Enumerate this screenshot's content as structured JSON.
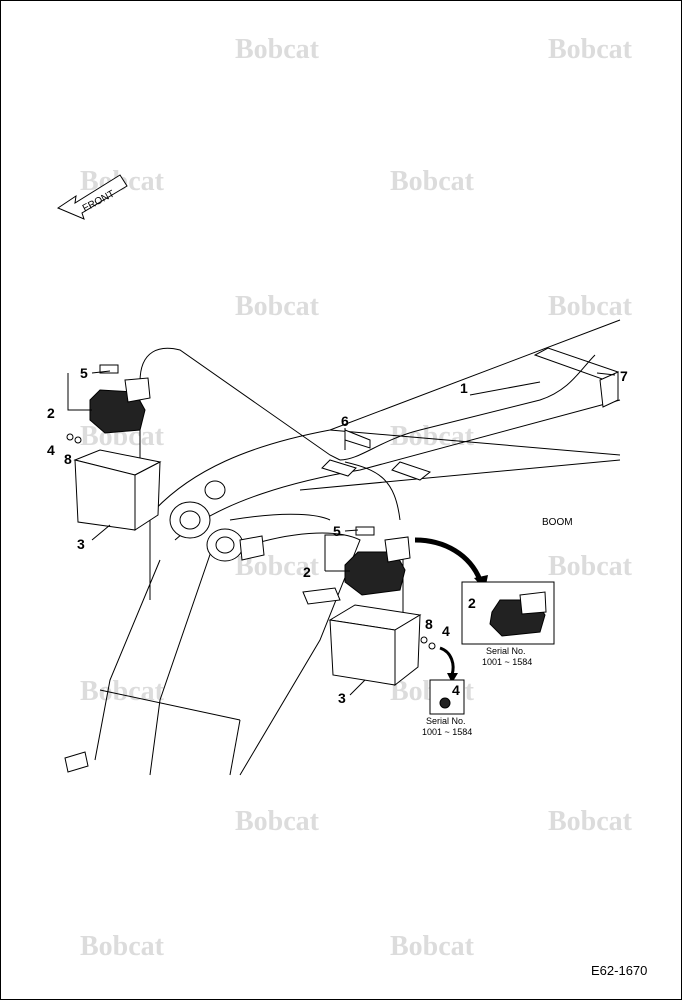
{
  "watermark": {
    "text": "Bobcat"
  },
  "direction_arrow": {
    "label": "FRONT"
  },
  "labels": {
    "boom": "BOOM",
    "doc_id": "E62-1670"
  },
  "callouts": [
    "1",
    "2",
    "3",
    "4",
    "5",
    "6",
    "7",
    "8"
  ],
  "inset_a": {
    "callout": "2",
    "serial_label": "Serial No.",
    "serial_range": "1001 ~ 1584"
  },
  "inset_b": {
    "callout": "4",
    "serial_label": "Serial No.",
    "serial_range": "1001 ~ 1584"
  }
}
